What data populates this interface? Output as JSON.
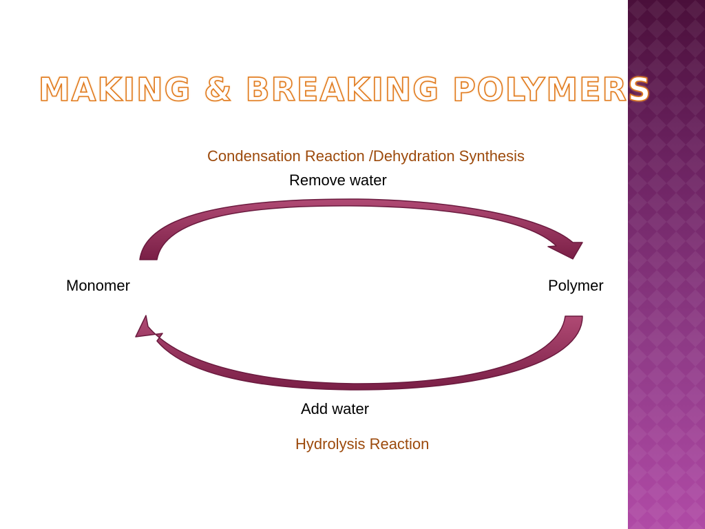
{
  "slide": {
    "title": "Making & Breaking Polymers",
    "accent_color": "#e07a1e",
    "arrow_color": "#8a2a52",
    "side_band_color": "#6b2260"
  },
  "diagram": {
    "top_reaction": "Condensation Reaction /Dehydration Synthesis",
    "top_action": "Remove water",
    "left_node": "Monomer",
    "right_node": "Polymer",
    "bottom_action": "Add water",
    "bottom_reaction": "Hydrolysis Reaction"
  }
}
